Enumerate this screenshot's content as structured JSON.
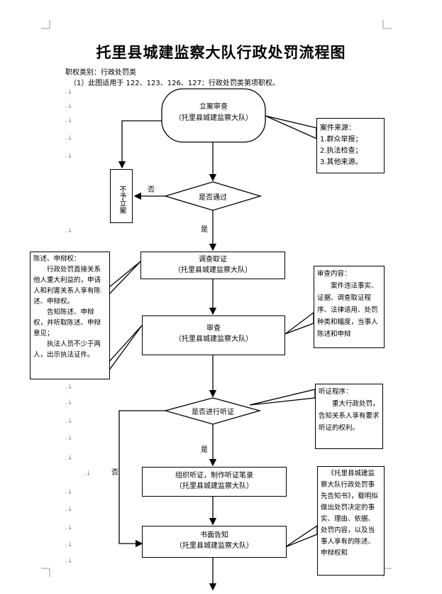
{
  "title": "托里县城建监察大队行政处罚流程图",
  "meta": {
    "category": "职权类别：行政处罚类",
    "scope": "（1）此图适用于 122、123、126、127：行政处罚类第项职权。"
  },
  "nodes": {
    "start": {
      "line1": "立案审查",
      "line2": "（托里县城建监察大队）"
    },
    "decision1": {
      "text": "是否通过"
    },
    "reject": {
      "text": "不予立案"
    },
    "investigate": {
      "line1": "调查取证",
      "line2": "（托里县城建监察大队）"
    },
    "review": {
      "line1": "审查",
      "line2": "（托里县城建监察大队）"
    },
    "decision2": {
      "text": "是否进行听证"
    },
    "hearing": {
      "line1": "组织听证，制作听证笔录",
      "line2": "（托里县城建监察大队）"
    },
    "notify": {
      "line1": "书面告知",
      "line2": "（托里县城建监察大队）"
    }
  },
  "edge_labels": {
    "no1": "否",
    "yes1": "是",
    "yes2": "是",
    "no2": "否"
  },
  "notes": {
    "source": {
      "title": "案件来源：",
      "items": [
        "1.群众举报；",
        "2.执法检查；",
        "3.其他来源。"
      ]
    },
    "defense": {
      "lines": [
        "陈述、申辩权：",
        "行政处罚直接关系他人重大利益的，申请人和利害关系人享有陈述、申辩权。",
        "告知陈述、申辩权，并听取陈述、申辩意见；",
        "执法人员不少于两人，出示执法证件。"
      ]
    },
    "review_content": {
      "title": "审查内容：",
      "body": "案件违法事实、证据、调查取证程序、法律适用、处罚种类和幅度，当事人陈述和申辩"
    },
    "hearing_proc": {
      "title": "听证程序：",
      "body": "重大行政处罚，告知关系人享有要求听证的权利。"
    },
    "prior_notice": {
      "body": "《托里县城建监察大队行政处罚事先告知书》，载明拟做出处罚决定的事实、理由、依据、处罚内容，以及当事人享有的陈述、申辩权和"
    }
  }
}
